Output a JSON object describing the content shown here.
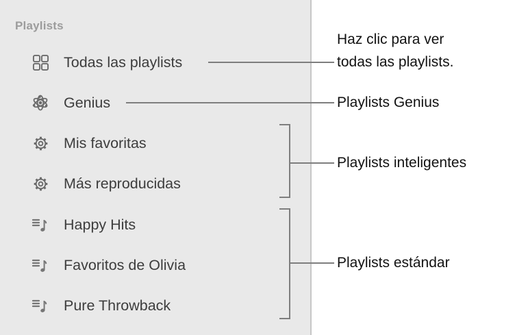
{
  "sidebar": {
    "header": "Playlists",
    "items": [
      {
        "label": "Todas las playlists",
        "icon": "grid-icon"
      },
      {
        "label": "Genius",
        "icon": "genius-atom-icon"
      },
      {
        "label": "Mis favoritas",
        "icon": "gear-icon"
      },
      {
        "label": "Más reproducidas",
        "icon": "gear-icon"
      },
      {
        "label": "Happy Hits",
        "icon": "music-note-list-icon"
      },
      {
        "label": "Favoritos de Olivia",
        "icon": "music-note-list-icon"
      },
      {
        "label": "Pure Throwback",
        "icon": "music-note-list-icon"
      }
    ]
  },
  "callouts": {
    "all_playlists": {
      "lines": [
        "Haz clic para ver",
        "todas las playlists."
      ]
    },
    "genius": "Playlists Genius",
    "smart": "Playlists inteligentes",
    "standard": "Playlists estándar"
  },
  "colors": {
    "sidebar_bg": "#e9e9e9",
    "sidebar_border": "#c7c7c7",
    "header_text": "#9c9c9c",
    "item_text": "#3d3d3d",
    "icon": "#6b6b6b",
    "callout_line": "#7e7e7e",
    "annotation_text": "#121212"
  }
}
